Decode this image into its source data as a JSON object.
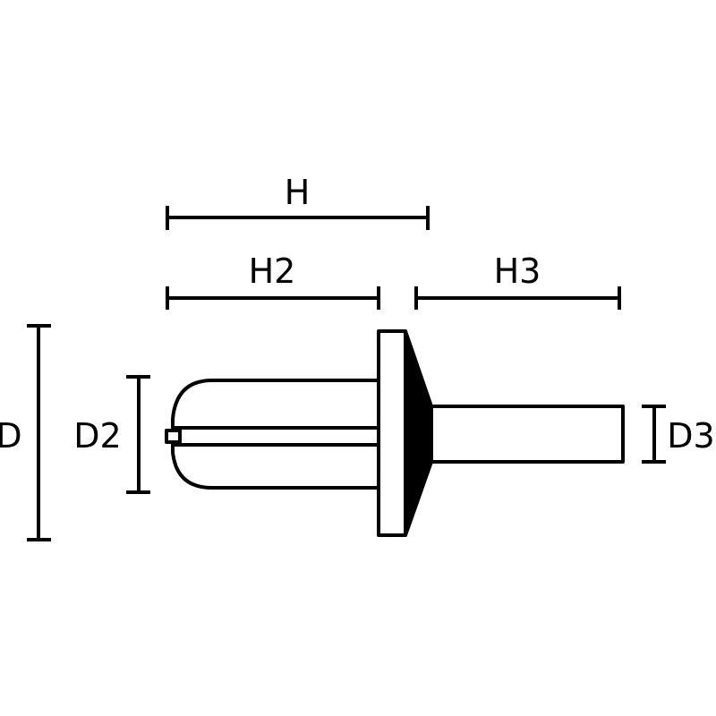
{
  "labels": {
    "H": "H",
    "H2": "H2",
    "H3": "H3",
    "D": "D",
    "D2": "D2",
    "D3": "D3"
  },
  "colors": {
    "line": "#000000",
    "background": "#ffffff"
  }
}
